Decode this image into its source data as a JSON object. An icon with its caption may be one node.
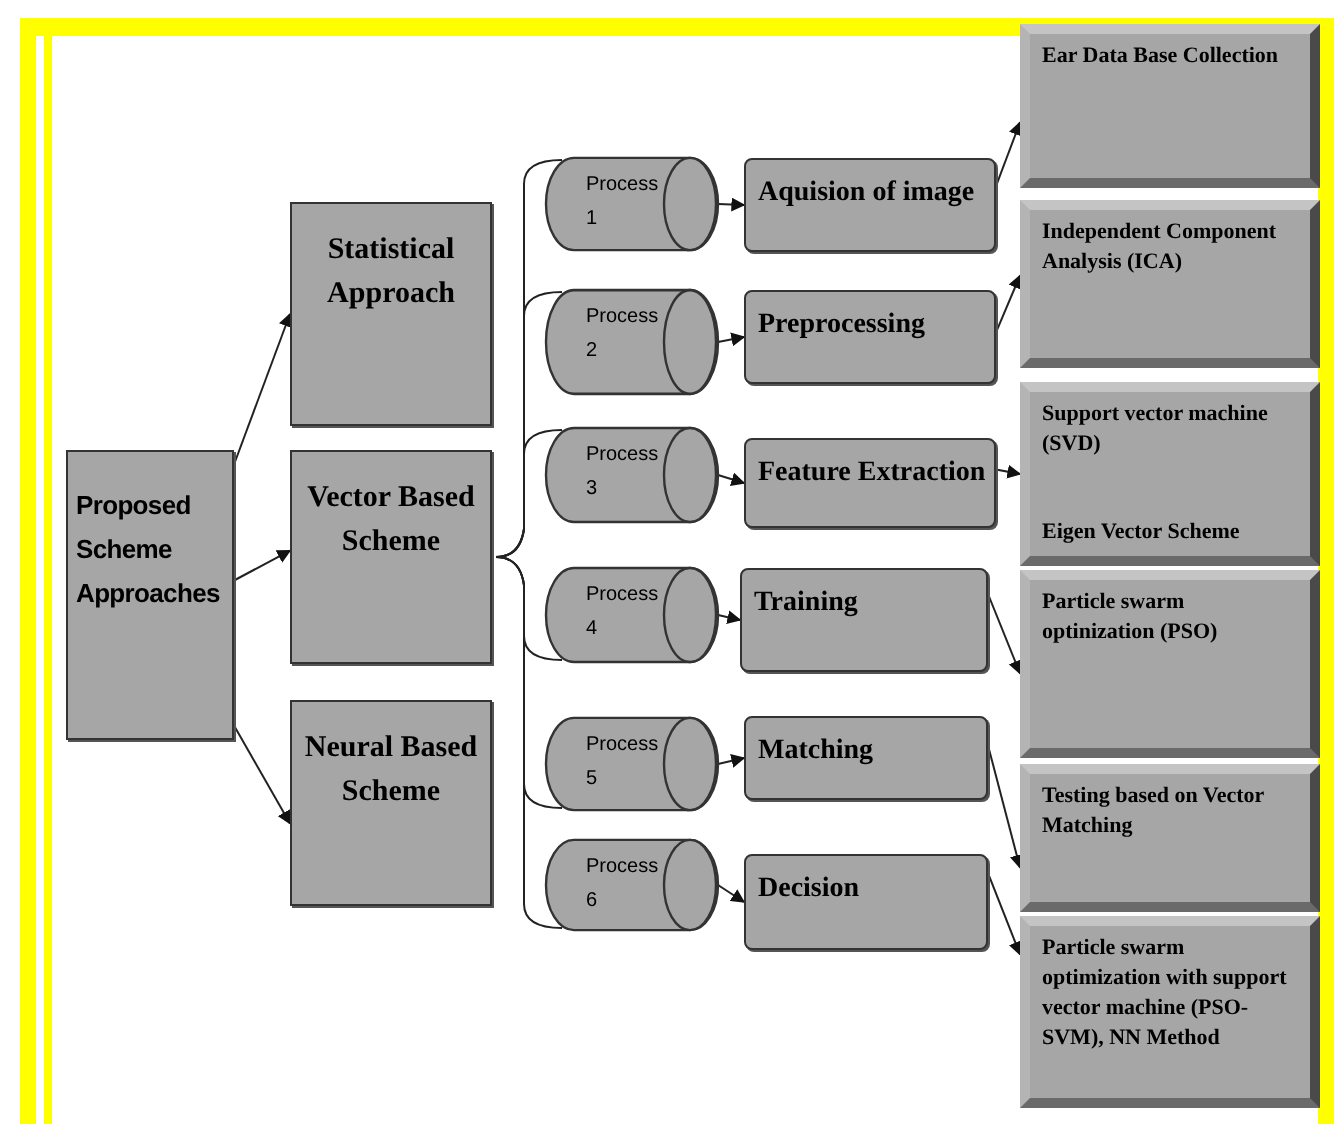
{
  "diagram": {
    "nodes": [
      {
        "text": [
          "Proposed Scheme Approaches"
        ]
      },
      {
        "text": [
          "Statistical Approach"
        ]
      },
      {
        "text": [
          "Vector Based Scheme"
        ]
      },
      {
        "text": [
          "Neural Based Scheme"
        ]
      },
      {
        "text": [
          "Process 1"
        ]
      },
      {
        "text": [
          "Process 2"
        ]
      },
      {
        "text": [
          "Process 3"
        ]
      },
      {
        "text": [
          "Process 4"
        ]
      },
      {
        "text": [
          "Process 5"
        ]
      },
      {
        "text": [
          "Process 6"
        ]
      },
      {
        "text": [
          "Aquision of image"
        ]
      },
      {
        "text": [
          "Preprocessing"
        ]
      },
      {
        "text": [
          "Feature Extraction"
        ]
      },
      {
        "text": [
          "Training"
        ]
      },
      {
        "text": [
          "Matching"
        ]
      },
      {
        "text": [
          "Decision"
        ]
      },
      {
        "text": [
          "Ear Data Base Collection"
        ]
      },
      {
        "text": [
          "Independent Component Analysis (ICA)"
        ]
      },
      {
        "text": [
          "Support vector machine (SVD)",
          "Eigen Vector Scheme"
        ]
      },
      {
        "text": [
          "Particle swarm optinization (PSO)"
        ]
      },
      {
        "text": [
          "Testing based on Vector Matching"
        ]
      },
      {
        "text": [
          "Particle swarm optimization with support vector machine (PSO-SVM), NN Method"
        ]
      }
    ],
    "edges": [
      {
        "from": 0,
        "to": 1,
        "arrow": "to"
      },
      {
        "from": 0,
        "to": 2,
        "arrow": "to"
      },
      {
        "from": 0,
        "to": 3,
        "arrow": "to"
      },
      {
        "from": 2,
        "to": 4,
        "arrow": "none"
      },
      {
        "from": 2,
        "to": 5,
        "arrow": "none"
      },
      {
        "from": 2,
        "to": 6,
        "arrow": "none"
      },
      {
        "from": 2,
        "to": 7,
        "arrow": "none"
      },
      {
        "from": 2,
        "to": 8,
        "arrow": "none"
      },
      {
        "from": 2,
        "to": 9,
        "arrow": "none"
      },
      {
        "from": 4,
        "to": 10,
        "arrow": "to"
      },
      {
        "from": 5,
        "to": 11,
        "arrow": "to"
      },
      {
        "from": 6,
        "to": 12,
        "arrow": "to"
      },
      {
        "from": 7,
        "to": 13,
        "arrow": "to"
      },
      {
        "from": 8,
        "to": 14,
        "arrow": "to"
      },
      {
        "from": 9,
        "to": 15,
        "arrow": "to"
      },
      {
        "from": 10,
        "to": 16,
        "arrow": "to"
      },
      {
        "from": 11,
        "to": 17,
        "arrow": "to"
      },
      {
        "from": 12,
        "to": 18,
        "arrow": "to"
      },
      {
        "from": 13,
        "to": 19,
        "arrow": "to"
      },
      {
        "from": 14,
        "to": 20,
        "arrow": "to"
      },
      {
        "from": 15,
        "to": 21,
        "arrow": "to"
      }
    ]
  }
}
